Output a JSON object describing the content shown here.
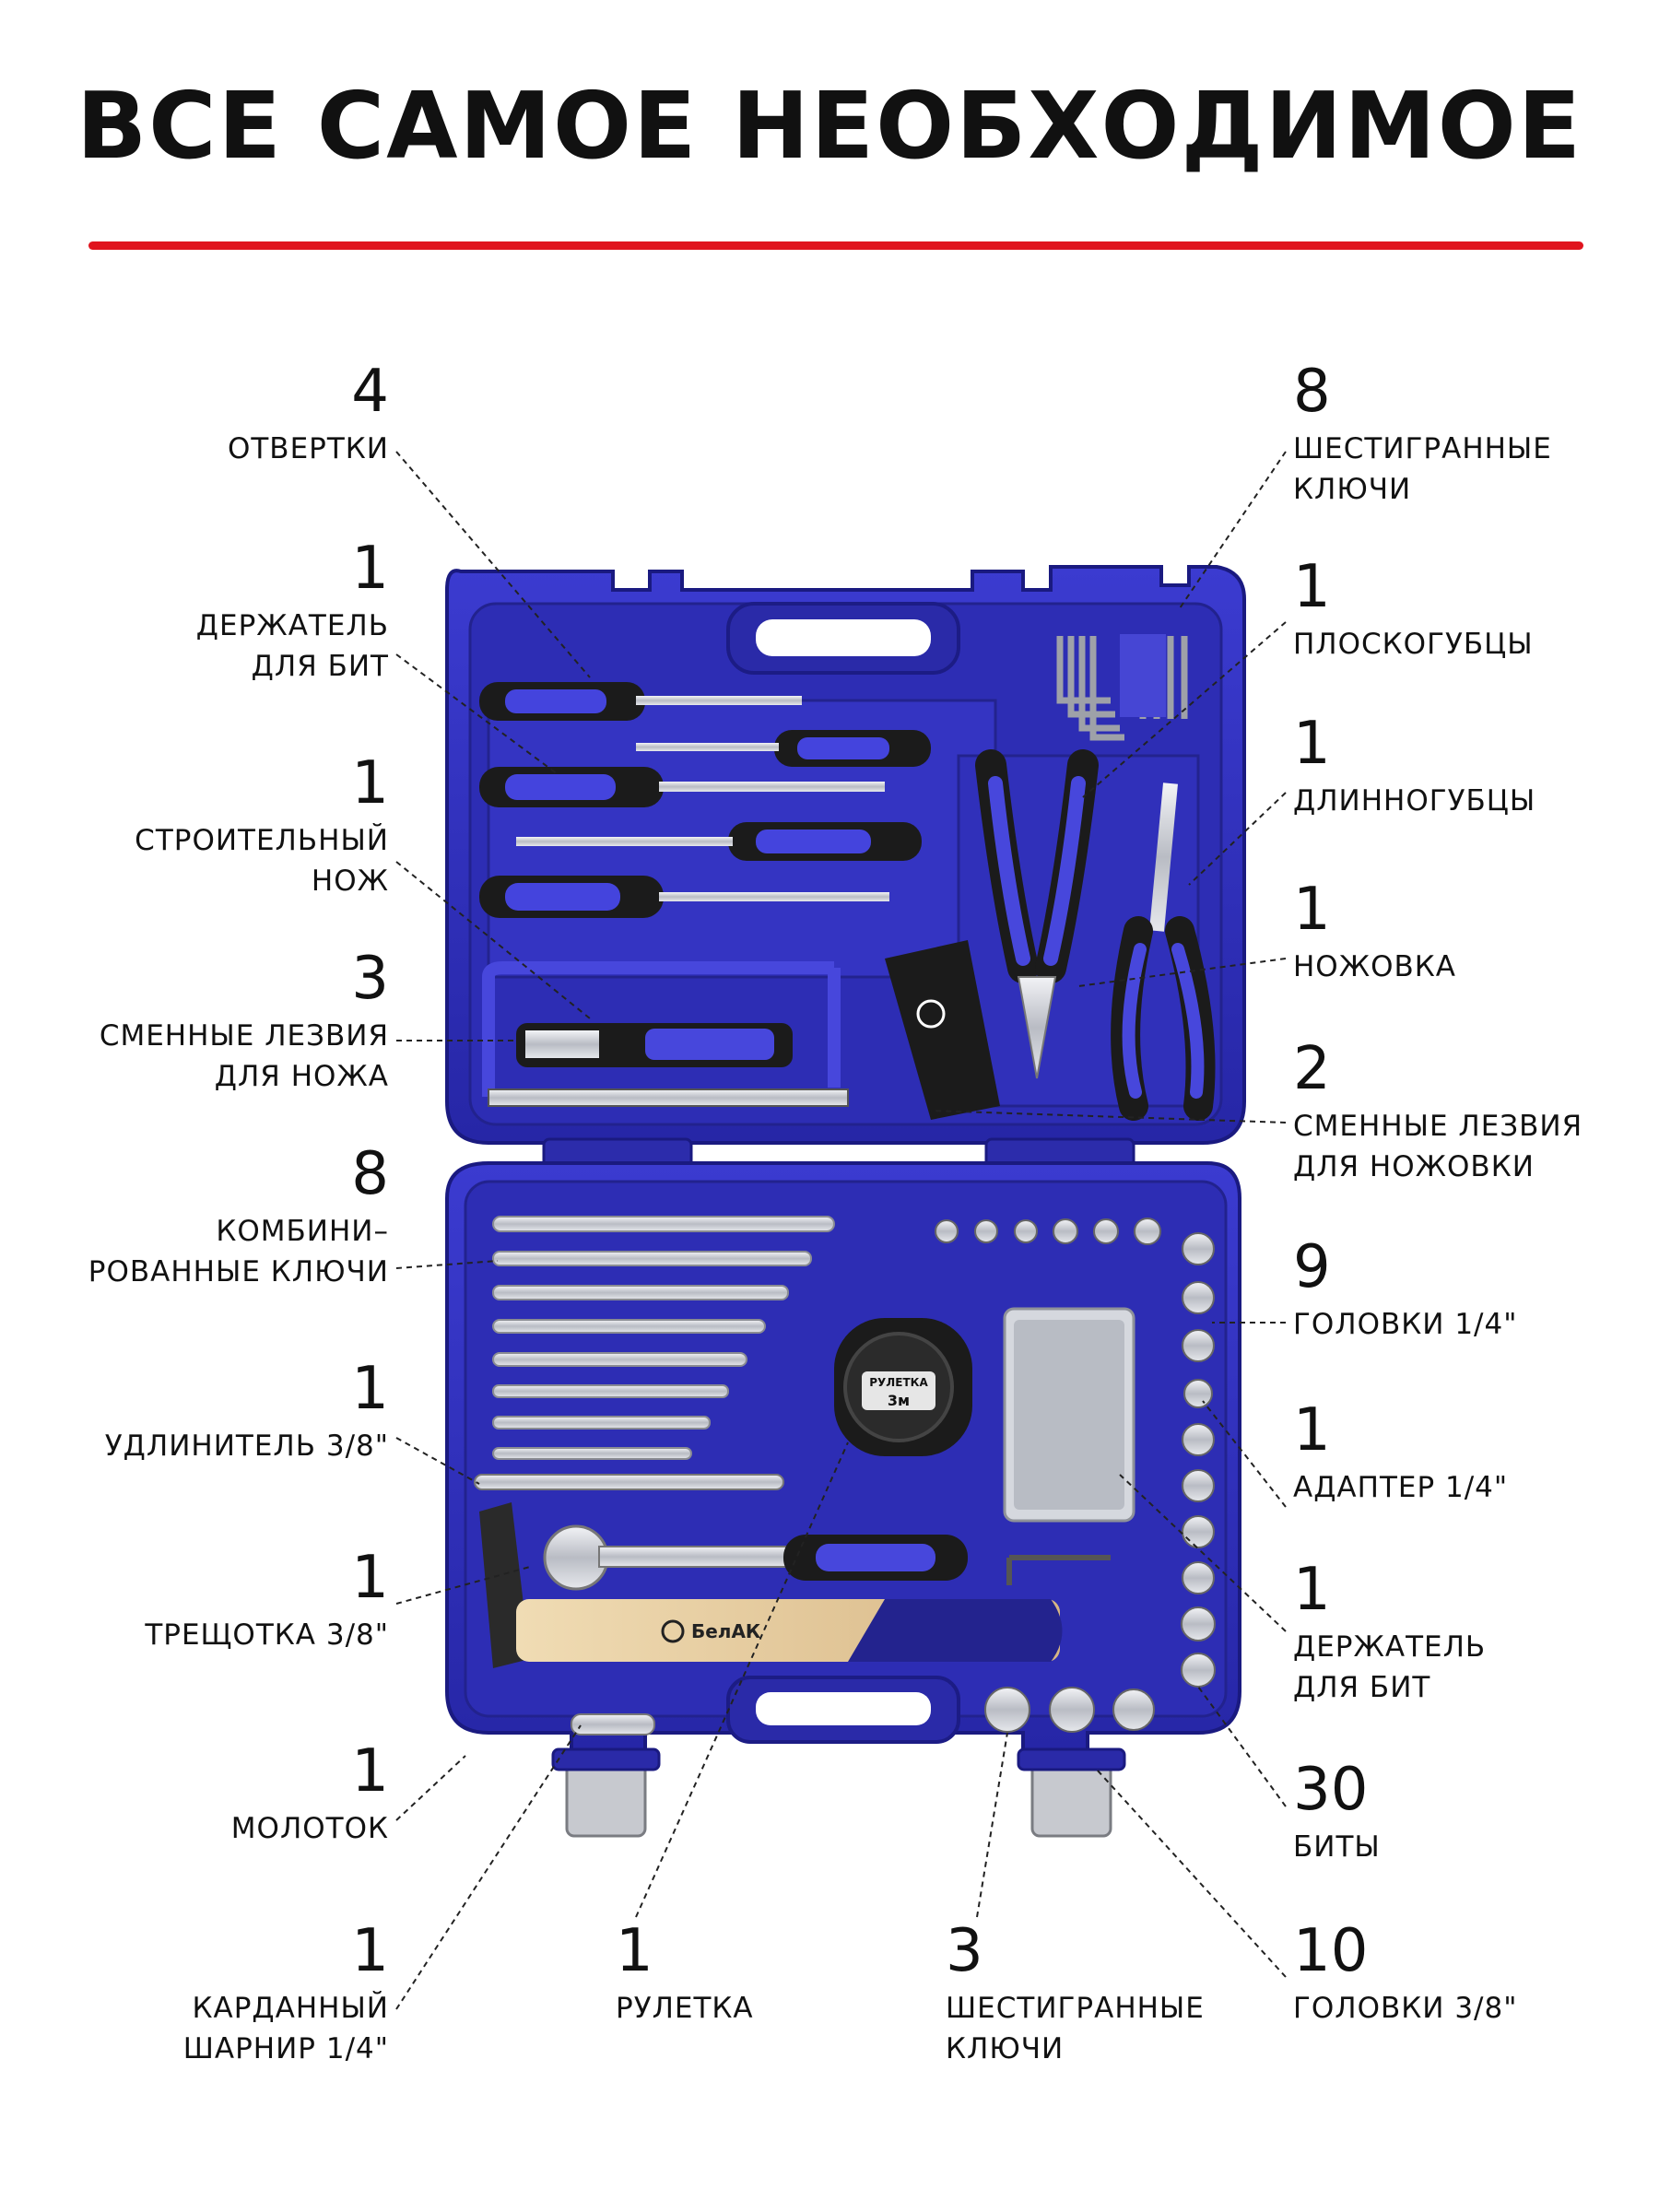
{
  "title": "ВСЕ САМОЕ НЕОБХОДИМОЕ",
  "colors": {
    "accent_red": "#e0141e",
    "case_blue": "#2f2fb8",
    "case_dark": "#1d1d8c",
    "handle_dark": "#1a1a1a",
    "steel": "#c9ccd3"
  },
  "brand": "БелАК",
  "tape_label": "РУЛЕТКА",
  "tape_size": "3м",
  "items": [
    {
      "count": "4",
      "label": "ОТВЕРТКИ"
    },
    {
      "count": "1",
      "label": "ДЕРЖАТЕЛЬ\nДЛЯ БИТ"
    },
    {
      "count": "1",
      "label": "СТРОИТЕЛЬНЫЙ\nНОЖ"
    },
    {
      "count": "3",
      "label": "СМЕННЫЕ ЛЕЗВИЯ\nДЛЯ НОЖА"
    },
    {
      "count": "8",
      "label": "КОМБИНИ–\nРОВАННЫЕ КЛЮЧИ"
    },
    {
      "count": "1",
      "label": "УДЛИНИТЕЛЬ 3/8\""
    },
    {
      "count": "1",
      "label": "ТРЕЩОТКА 3/8\""
    },
    {
      "count": "1",
      "label": "МОЛОТОК"
    },
    {
      "count": "1",
      "label": "КАРДАННЫЙ\nШАРНИР 1/4\""
    },
    {
      "count": "1",
      "label": "РУЛЕТКА"
    },
    {
      "count": "3",
      "label": "ШЕСТИГРАННЫЕ\nКЛЮЧИ"
    },
    {
      "count": "10",
      "label": "ГОЛОВКИ 3/8\""
    },
    {
      "count": "30",
      "label": "БИТЫ"
    },
    {
      "count": "1",
      "label": "ДЕРЖАТЕЛЬ\nДЛЯ БИТ"
    },
    {
      "count": "1",
      "label": "АДАПТЕР 1/4\""
    },
    {
      "count": "9",
      "label": "ГОЛОВКИ 1/4\""
    },
    {
      "count": "2",
      "label": "СМЕННЫЕ ЛЕЗВИЯ\nДЛЯ НОЖОВКИ"
    },
    {
      "count": "1",
      "label": "НОЖОВКА"
    },
    {
      "count": "1",
      "label": "ДЛИННОГУБЦЫ"
    },
    {
      "count": "1",
      "label": "ПЛОСКОГУБЦЫ"
    },
    {
      "count": "8",
      "label": "ШЕСТИГРАННЫЕ\nКЛЮЧИ"
    }
  ]
}
